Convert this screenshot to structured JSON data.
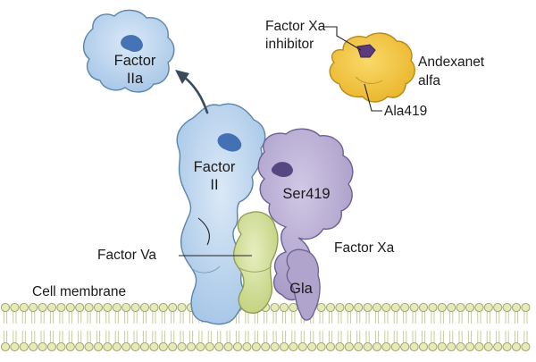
{
  "colors": {
    "factor_ii": "#b7d3ee",
    "factor_ii_outline": "#5c84aa",
    "factor_ii_site": "#2b5ea8",
    "factor_xa": "#b8acd3",
    "factor_xa_outline": "#6d5f94",
    "factor_xa_site": "#4a3a78",
    "factor_va": "#d2de98",
    "factor_va_outline": "#8c9a4e",
    "andexanet": "#f2c33a",
    "andexanet_outline": "#b8891a",
    "membrane_head": "#e6eab8",
    "membrane_head_outline": "#9aa066",
    "arrow": "#3a4a5a"
  },
  "labels": {
    "factor_iia_line1": "Factor",
    "factor_iia_line2": "IIa",
    "factor_ii_line1": "Factor",
    "factor_ii_line2": "II",
    "ser419": "Ser419",
    "gla": "Gla",
    "factor_xa": "Factor Xa",
    "factor_va": "Factor Va",
    "cell_membrane": "Cell membrane",
    "fxa_inhibitor_line1": "Factor Xa",
    "fxa_inhibitor_line2": "inhibitor",
    "andexanet_line1": "Andexanet",
    "andexanet_line2": "alfa",
    "ala419": "Ala419"
  },
  "icons": [
    "arrow-icon"
  ]
}
